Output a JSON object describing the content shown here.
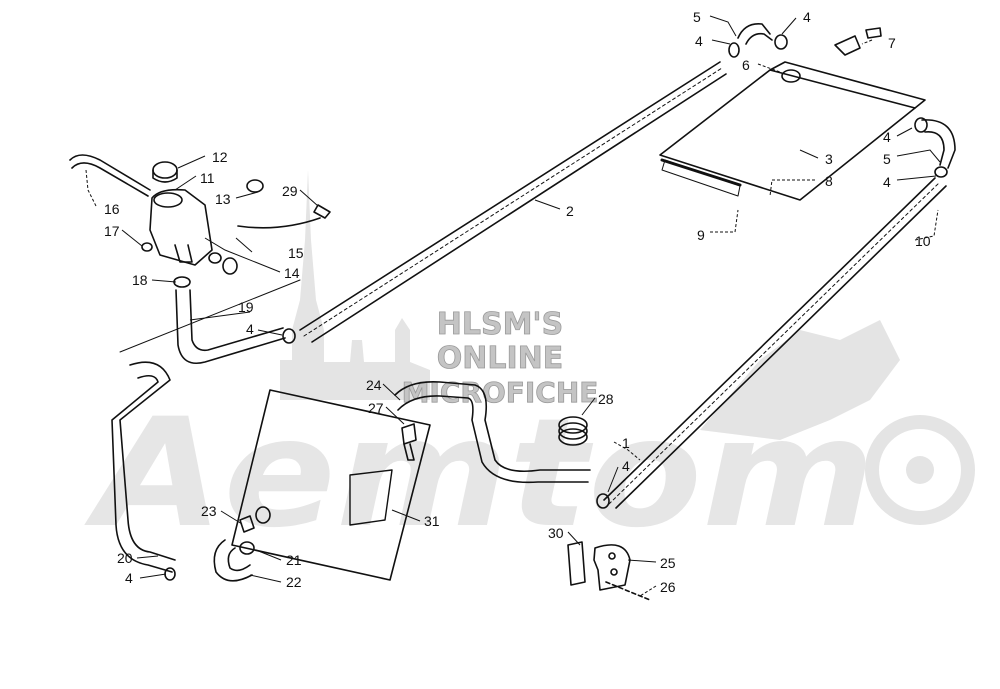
{
  "watermark": {
    "line1": "HLSM'S",
    "line2": "ONLINE",
    "line3": "MICROFICHE",
    "brand": "Aemtom"
  },
  "labels": {
    "p1": "1",
    "p2": "2",
    "p3": "3",
    "p4a": "4",
    "p4b": "4",
    "p4c": "4",
    "p4d": "4",
    "p4e": "4",
    "p4f": "4",
    "p4g": "4",
    "p5a": "5",
    "p5b": "5",
    "p6": "6",
    "p7": "7",
    "p8": "8",
    "p9": "9",
    "p10": "10",
    "p11": "11",
    "p12": "12",
    "p13": "13",
    "p14": "14",
    "p15": "15",
    "p16": "16",
    "p17": "17",
    "p18": "18",
    "p19": "19",
    "p20": "20",
    "p21": "21",
    "p22": "22",
    "p23": "23",
    "p24": "24",
    "p25": "25",
    "p26": "26",
    "p27": "27",
    "p28": "28",
    "p29": "29",
    "p30": "30",
    "p31": "31"
  }
}
